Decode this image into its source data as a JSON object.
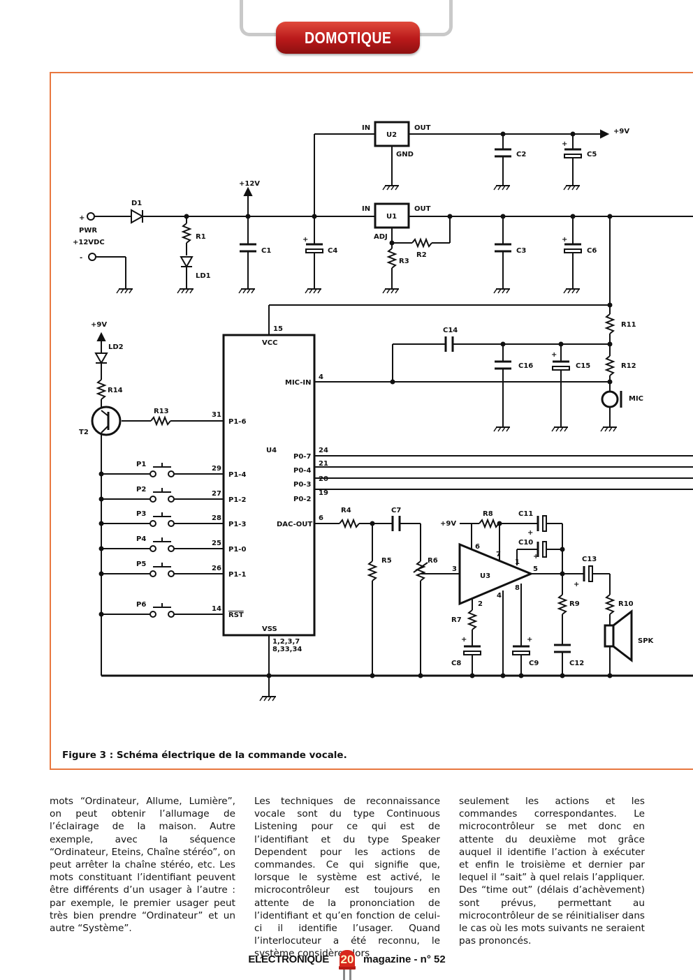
{
  "header": {
    "section": "DOMOTIQUE"
  },
  "schematic": {
    "labels": {
      "pwr": "PWR",
      "pwr_v": "+12VDC",
      "plus": "+",
      "minus": "-",
      "d1": "D1",
      "r1": "R1",
      "ld1": "LD1",
      "c1": "C1",
      "v12": "+12V",
      "c4": "C4",
      "u1": "U1",
      "u2": "U2",
      "in": "IN",
      "out": "OUT",
      "gnd": "GND",
      "adj": "ADJ",
      "r2": "R2",
      "r3": "R3",
      "c2": "C2",
      "c3": "C3",
      "c5": "C5",
      "c6": "C6",
      "v9": "+9V",
      "v9b": "+9V",
      "ld2": "LD2",
      "r14": "R14",
      "t2": "T2",
      "r13": "R13",
      "p1": "P1",
      "p2": "P2",
      "p3": "P3",
      "p4": "P4",
      "p5": "P5",
      "p6": "P6",
      "u4": "U4",
      "vcc": "VCC",
      "vss": "VSS",
      "mic_in": "MIC-IN",
      "dac_out": "DAC-OUT",
      "p1_6": "P1-6",
      "p1_4": "P1-4",
      "p1_2": "P1-2",
      "p1_3": "P1-3",
      "p1_0": "P1-0",
      "p1_1": "P1-1",
      "rst": "RST",
      "p0_7": "P0-7",
      "p0_4": "P0-4",
      "p0_3": "P0-3",
      "p0_2": "P0-2",
      "pin15": "15",
      "pin4": "4",
      "pin31": "31",
      "pin29": "29",
      "pin27": "27",
      "pin28": "28",
      "pin25": "25",
      "pin26": "26",
      "pin14": "14",
      "pin24": "24",
      "pin21": "21",
      "pin20": "20",
      "pin19": "19",
      "pin6": "6",
      "vss_pins1": "1,2,3,7",
      "vss_pins2": "8,33,34",
      "c14": "C14",
      "c16": "C16",
      "c15": "C15",
      "r11": "R11",
      "r12": "R12",
      "mic": "MIC",
      "r4": "R4",
      "c7": "C7",
      "r5": "R5",
      "r6": "R6",
      "r8": "R8",
      "v9c": "+9V",
      "c11": "C11",
      "c10": "C10",
      "u3": "U3",
      "u3_p6": "6",
      "u3_p7": "7",
      "u3_p3": "3",
      "u3_p2": "2",
      "u3_p4": "4",
      "u3_p1": "1",
      "u3_p5": "5",
      "u3_p8": "8",
      "r7": "R7",
      "c8": "C8",
      "c9": "C9",
      "r9": "R9",
      "c12": "C12",
      "c13": "C13",
      "r10": "R10",
      "spk": "SPK"
    }
  },
  "caption": "Figure 3 : Schéma électrique de la commande vocale.",
  "columns": [
    "mots “Ordinateur, Allume, Lumière”, on peut obtenir l’allumage de l’éclairage de la maison. Autre exemple, avec la séquence “Ordinateur, Eteins, Chaîne stéréo”, on peut arrêter la chaîne stéréo, etc. Les mots constituant l’identifiant peuvent être différents d’un usager à l’autre : par exemple, le premier usager peut très bien prendre “Ordinateur” et un autre “Système”.",
    "Les techniques de reconnaissance vocale sont du type Continuous Listening pour ce qui est de l’identifiant et du type Speaker Dependent pour les actions de commandes. Ce qui signifie que, lorsque le système est activé, le microcontrôleur est toujours en attente de la prononciation de l’identifiant et qu’en fonction de celui-ci il identifie l’usager. Quand l’interlocuteur a été reconnu, le système considère alors",
    "seulement les actions et les commandes correspondantes. Le microcontrôleur se met donc en attente du deuxième mot grâce auquel il identifie l’action à exécuter et enfin le troisième et dernier par lequel il “sait” à quel relais l’appliquer. Des “time out” (délais d’achèvement) sont prévus, permettant au microcontrôleur de se réinitialiser dans le cas où les mots suivants ne seraient pas prononcés."
  ],
  "footer": {
    "magazine_left": "ELECTRONIQUE",
    "page_number": "20",
    "magazine_right": "magazine - n° 52"
  }
}
